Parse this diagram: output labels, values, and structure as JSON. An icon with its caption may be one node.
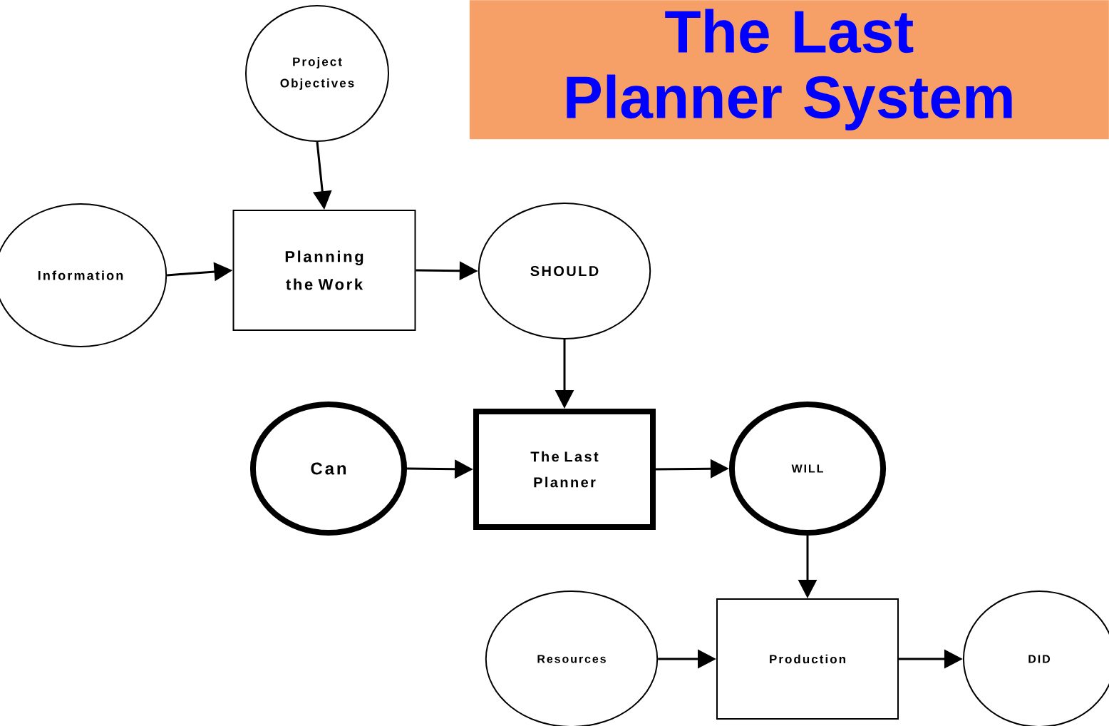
{
  "diagram": {
    "title": "The Last Planner System",
    "nodes": [
      {
        "text": [
          "Project Objectives"
        ]
      },
      {
        "text": [
          "Information"
        ]
      },
      {
        "text": [
          "Planning the Work"
        ]
      },
      {
        "text": [
          "SHOULD"
        ]
      },
      {
        "text": [
          "Can"
        ]
      },
      {
        "text": [
          "The Last Planner"
        ]
      },
      {
        "text": [
          "WILL"
        ]
      },
      {
        "text": [
          "Resources"
        ]
      },
      {
        "text": [
          "Production"
        ]
      },
      {
        "text": [
          "DID"
        ]
      }
    ],
    "edges": [
      {
        "from": 0,
        "to": 2,
        "arrow": "to"
      },
      {
        "from": 1,
        "to": 2,
        "arrow": "to"
      },
      {
        "from": 2,
        "to": 3,
        "arrow": "to"
      },
      {
        "from": 3,
        "to": 5,
        "arrow": "to"
      },
      {
        "from": 4,
        "to": 5,
        "arrow": "to"
      },
      {
        "from": 5,
        "to": 6,
        "arrow": "to"
      },
      {
        "from": 6,
        "to": 8,
        "arrow": "to"
      },
      {
        "from": 7,
        "to": 8,
        "arrow": "to"
      },
      {
        "from": 8,
        "to": 9,
        "arrow": "to"
      }
    ]
  }
}
